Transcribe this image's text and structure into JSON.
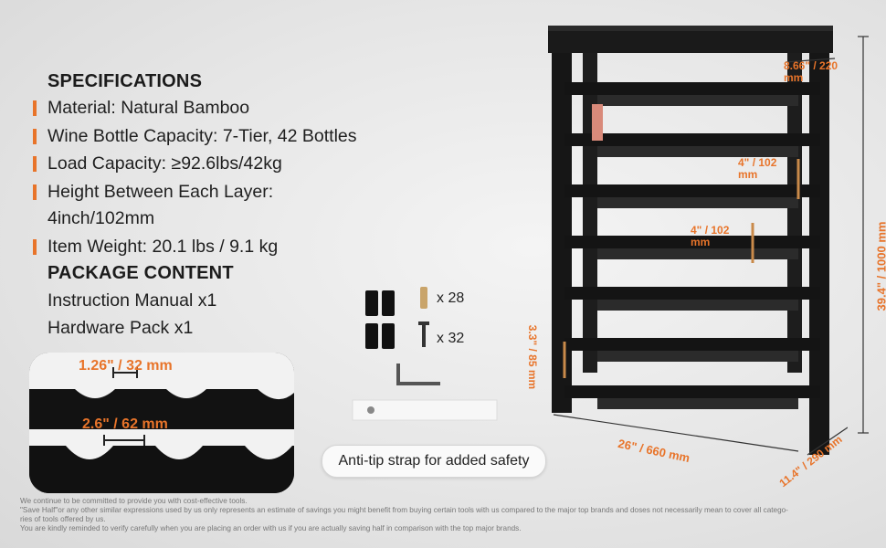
{
  "specifications": {
    "heading": "SPECIFICATIONS",
    "items": [
      "Material: Natural Bamboo",
      "Wine Bottle Capacity: 7-Tier, 42 Bottles",
      "Load Capacity: ≥92.6lbs/42kg",
      "Height Between Each Layer:",
      "Item Weight: 20.1 lbs / 9.1 kg"
    ],
    "layer_height_value": "4inch/102mm"
  },
  "package": {
    "heading": "PACKAGE CONTENT",
    "items": [
      "Instruction Manual x1",
      "Hardware Pack x1"
    ]
  },
  "detail": {
    "top_gap": "1.26\" / 32 mm",
    "bottom_gap": "2.6\" / 62 mm"
  },
  "hardware": {
    "anchor_count": "x 28",
    "screw_count": "x 32",
    "strap_label": "Anti-tip strap for added safety"
  },
  "dimensions": {
    "depth_top": "8.66\" / 220 mm",
    "layer_gap_1": "4\" / 102 mm",
    "layer_gap_2": "4\" / 102 mm",
    "bottom_gap": "3.3\" / 85 mm",
    "height": "39.4\" / 1000 mm",
    "width": "26\" / 660 mm",
    "depth": "11.4\" / 290 mm"
  },
  "footnote": {
    "lines": [
      "We continue to be committed to provide you with cost-effective tools.",
      "\"Save Half\"or any other similar expressions used by us only represents an estimate of savings you might benefit from buying certain tools with us compared to the major top brands and doses not necessarily mean to cover all catego-",
      "ries of tools offered by us.",
      "You are kindly reminded to verify carefully when you are placing an order with us if you are actually saving half in comparison with the top major brands."
    ]
  },
  "colors": {
    "accent": "#e8742a",
    "rack": "#141414"
  }
}
